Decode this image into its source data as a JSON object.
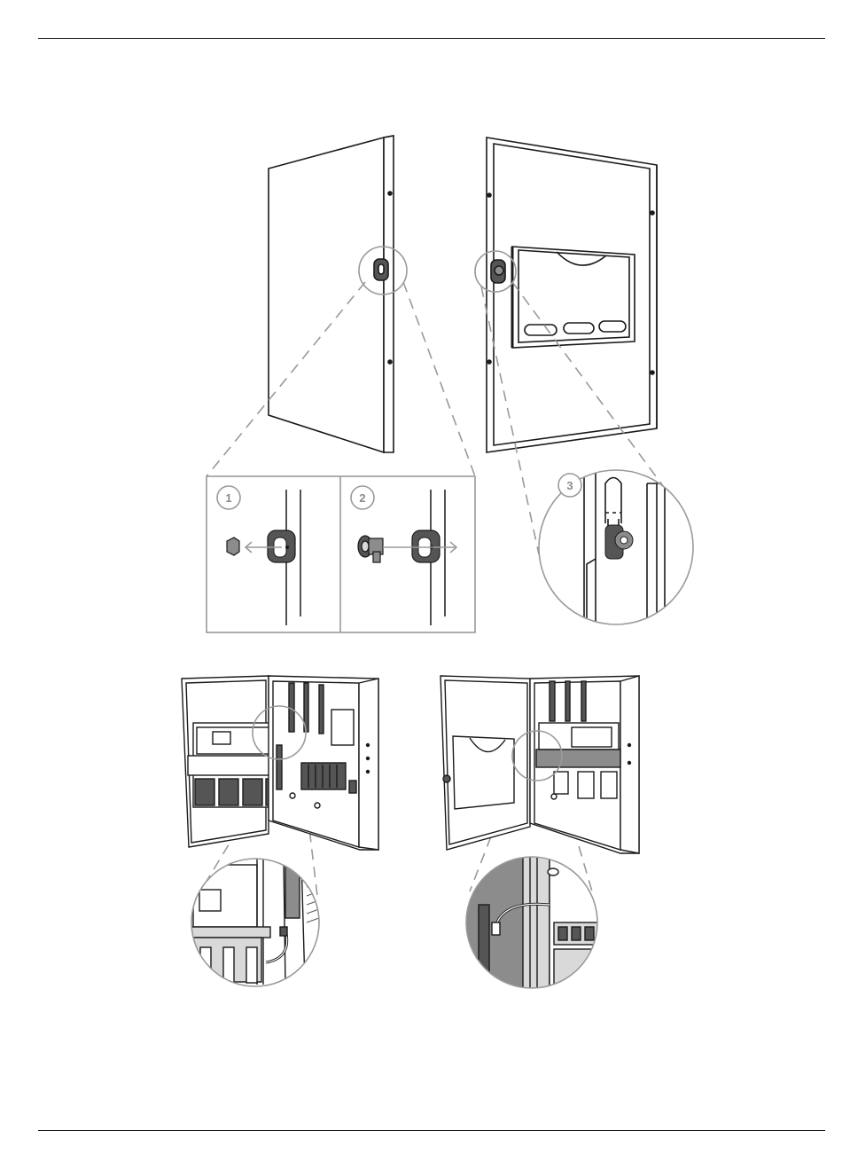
{
  "steps": [
    {
      "number": "1"
    },
    {
      "number": "2"
    },
    {
      "number": "3"
    }
  ],
  "colors": {
    "line": "#1a1a1a",
    "callout_gray": "#9a9a9a",
    "fill_dark": "#555555",
    "fill_mid": "#8c8c8c",
    "fill_light": "#d9d9d9"
  }
}
